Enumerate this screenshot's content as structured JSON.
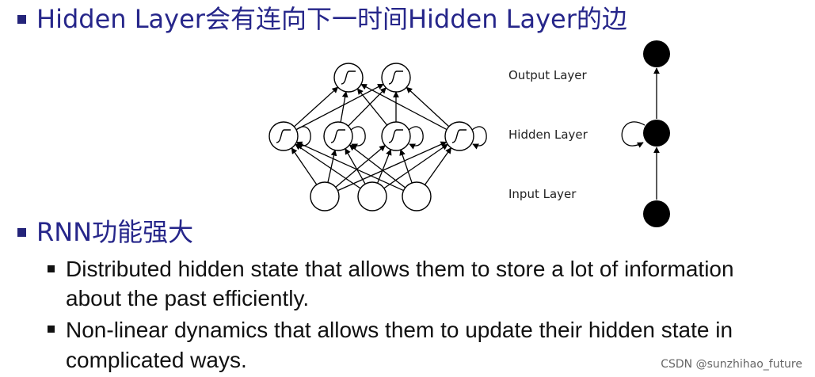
{
  "slide": {
    "bullet1": "Hidden Layer会有连向下一时间Hidden Layer的边",
    "bullet2": "RNN功能强大",
    "sub_bullets": [
      {
        "line1": "Distributed hidden state that allows them to store a lot of information",
        "line2": "about the past efficiently."
      },
      {
        "line1": "Non-linear dynamics that allows them to update their hidden state in",
        "line2": "complicated ways."
      }
    ]
  },
  "diagram": {
    "layers": {
      "output": "Output Layer",
      "hidden": "Hidden Layer",
      "input": "Input Layer"
    },
    "activation_symbol": "∫"
  },
  "watermark": "CSDN @sunzhihao_future"
}
